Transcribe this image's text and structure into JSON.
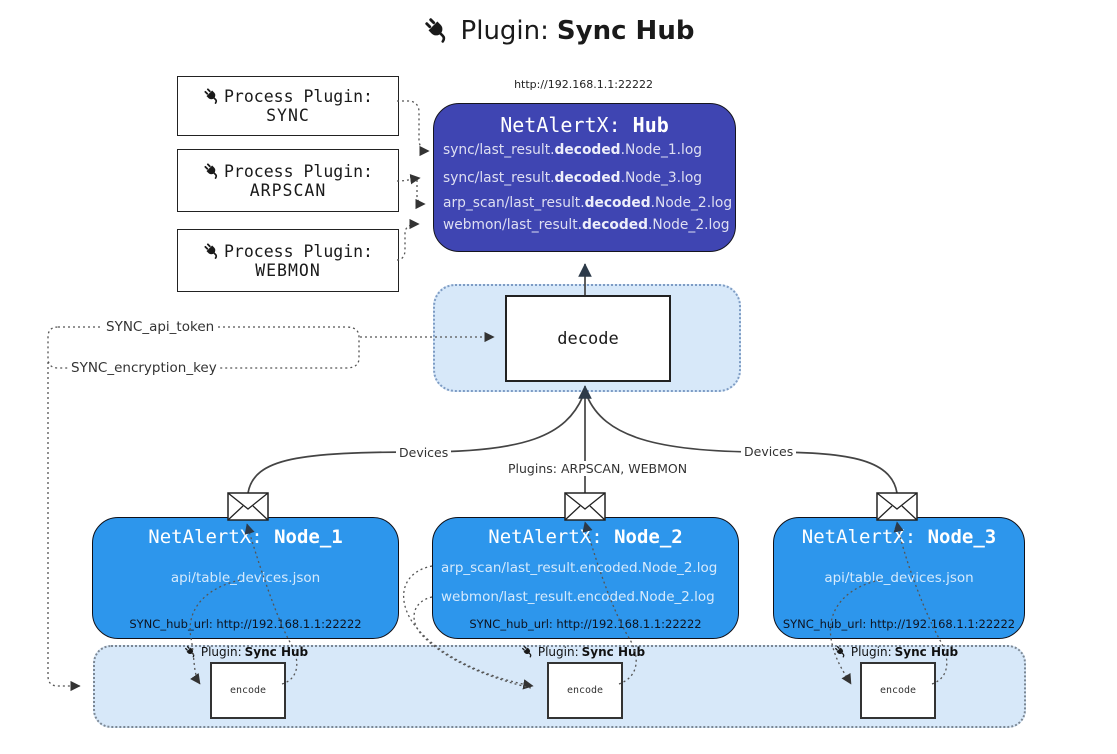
{
  "colors": {
    "hub-fill": "#3F45B2",
    "node-fill": "#2D96EC",
    "panel-fill": "#D7E8F9"
  },
  "title": {
    "prefix": "Plugin: ",
    "name": "Sync Hub"
  },
  "hub": {
    "url": "http://192.168.1.1:22222",
    "title_prefix": "NetAlertX: ",
    "title_name": "Hub",
    "lines": [
      {
        "pre": "sync/last_result.",
        "bold": "decoded",
        "post": ".Node_1.log"
      },
      {
        "pre": "sync/last_result.",
        "bold": "decoded",
        "post": ".Node_3.log"
      },
      {
        "pre": "arp_scan/last_result.",
        "bold": "decoded",
        "post": ".Node_2.log"
      },
      {
        "pre": "webmon/last_result.",
        "bold": "decoded",
        "post": ".Node_2.log"
      }
    ]
  },
  "process_plugins": [
    {
      "label": "Process Plugin:",
      "name": "SYNC"
    },
    {
      "label": "Process Plugin:",
      "name": "ARPSCAN"
    },
    {
      "label": "Process Plugin:",
      "name": "WEBMON"
    }
  ],
  "decode": {
    "label": "decode"
  },
  "keys": {
    "api_token": "SYNC_api_token",
    "encryption_key": "SYNC_encryption_key"
  },
  "edge_labels": {
    "devices_left": "Devices",
    "plugins_mid": "Plugins: ARPSCAN, WEBMON",
    "devices_right": "Devices"
  },
  "nodes": [
    {
      "title_prefix": "NetAlertX: ",
      "title_name": "Node_1",
      "lines": [
        "api/table_devices.json"
      ],
      "hub_url": "SYNC_hub_url: http://192.168.1.1:22222"
    },
    {
      "title_prefix": "NetAlertX: ",
      "title_name": "Node_2",
      "lines": [
        "arp_scan/last_result.encoded.Node_2.log",
        "webmon/last_result.encoded.Node_2.log"
      ],
      "hub_url": "SYNC_hub_url: http://192.168.1.1:22222"
    },
    {
      "title_prefix": "NetAlertX: ",
      "title_name": "Node_3",
      "lines": [
        "api/table_devices.json"
      ],
      "hub_url": "SYNC_hub_url: http://192.168.1.1:22222"
    }
  ],
  "encoders": [
    {
      "plugin_prefix": "Plugin: ",
      "plugin_name": "Sync Hub",
      "label": "encode"
    },
    {
      "plugin_prefix": "Plugin: ",
      "plugin_name": "Sync Hub",
      "label": "encode"
    },
    {
      "plugin_prefix": "Plugin: ",
      "plugin_name": "Sync Hub",
      "label": "encode"
    }
  ]
}
